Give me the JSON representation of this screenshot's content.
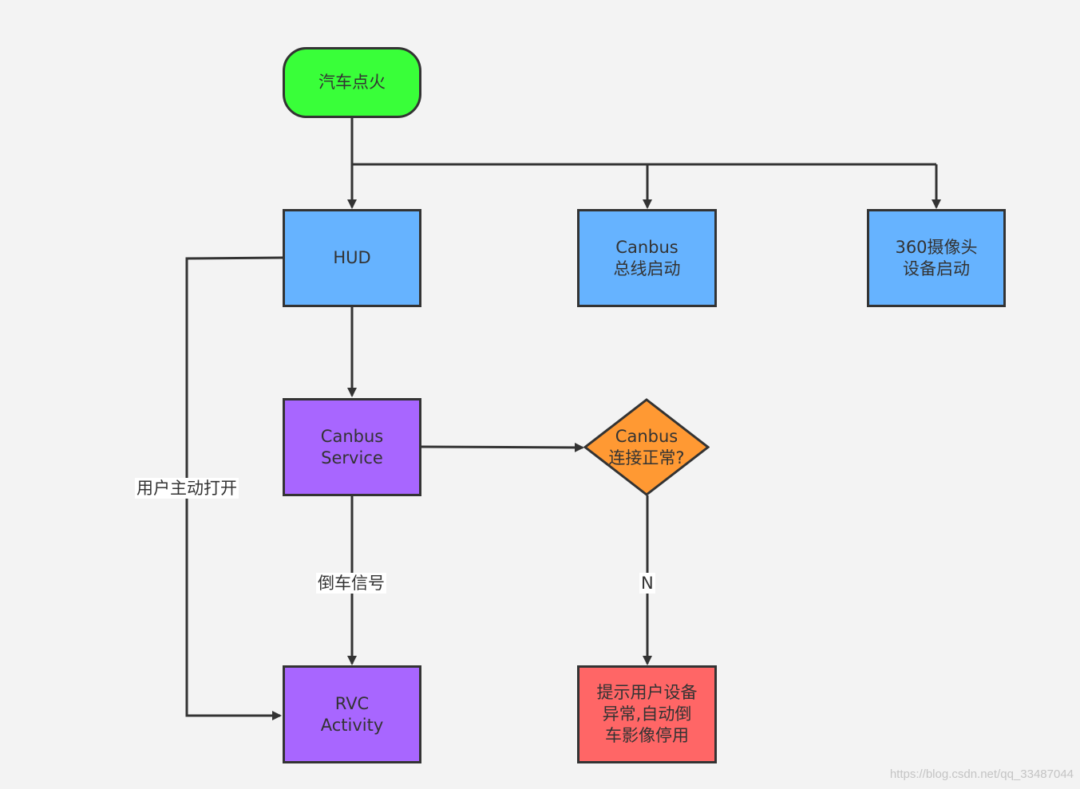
{
  "nodes": {
    "ignition": {
      "label": "汽车点火",
      "color": "#39ff39"
    },
    "hud": {
      "label": "HUD",
      "color": "#66b3ff"
    },
    "canbus_bus": {
      "label": "Canbus\n总线启动",
      "color": "#66b3ff"
    },
    "camera_360": {
      "label": "360摄像头\n设备启动",
      "color": "#66b3ff"
    },
    "canbus_service": {
      "label": "Canbus\nService",
      "color": "#a866ff"
    },
    "canbus_check": {
      "label": "Canbus\n连接正常?",
      "color": "#ff9933"
    },
    "rvc_activity": {
      "label": "RVC\nActivity",
      "color": "#a866ff"
    },
    "device_error": {
      "label": "提示用户设备\n异常,自动倒\n车影像停用",
      "color": "#ff6666"
    }
  },
  "edge_labels": {
    "user_open": "用户主动打开",
    "reverse_signal": "倒车信号",
    "no": "N"
  },
  "watermark": "https://blog.csdn.net/qq_33487044"
}
